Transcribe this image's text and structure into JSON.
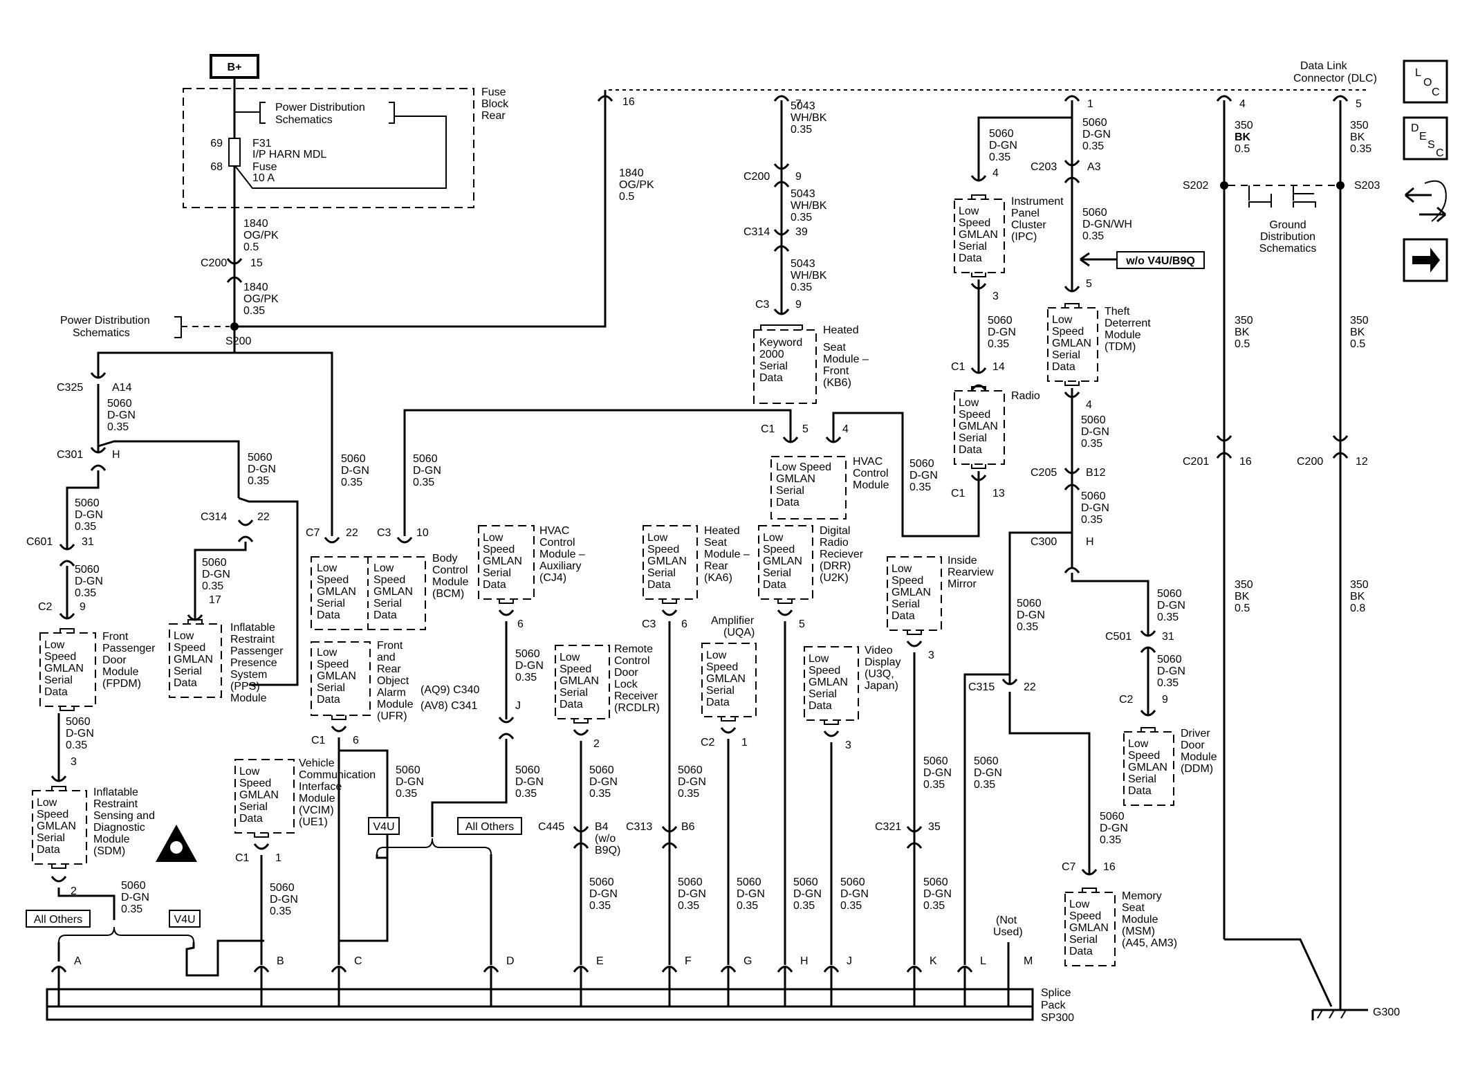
{
  "power": {
    "b_plus": "B+",
    "pds": "Power Distribution",
    "schematics": "Schematics",
    "fuse_block": [
      "Fuse",
      "Block",
      "Rear"
    ],
    "fuse_pin_top": "69",
    "fuse_pin_bot": "68",
    "fuse_name": "F31",
    "fuse_desc": "I/P HARN MDL",
    "fuse_word": "Fuse",
    "fuse_amps": "10 A",
    "w1840": [
      "1840",
      "OG/PK",
      "0.5"
    ],
    "w1840b": [
      "1840",
      "OG/PK",
      "0.35"
    ],
    "w1840c": [
      "1840",
      "OG/PK",
      "0.5"
    ],
    "c200": "C200",
    "c200_pin": "15",
    "s200": "S200",
    "pin16": "16"
  },
  "dlc": {
    "label": [
      "Data Link",
      "Connector (DLC)"
    ],
    "p7": "7",
    "p1": "1",
    "p4": "4",
    "p5": "5"
  },
  "wires": {
    "w5043a": [
      "5043",
      "WH/BK",
      "0.35"
    ],
    "w5043b": [
      "5043",
      "WH/BK",
      "0.35"
    ],
    "w5043c": [
      "5043",
      "WH/BK",
      "0.35"
    ],
    "w5060": [
      "5060",
      "D-GN",
      "0.35"
    ],
    "w5060wh": [
      "5060",
      "D-GN/WH",
      "0.35"
    ],
    "w350a": [
      "350",
      "BK",
      "0.5"
    ],
    "w350b": [
      "350",
      "BK",
      "0.35"
    ],
    "w350c": [
      "350",
      "BK",
      "0.5"
    ],
    "w350d": [
      "350",
      "BK",
      "0.5"
    ],
    "w350e": [
      "350",
      "BK",
      "0.5"
    ],
    "w350f": [
      "350",
      "BK",
      "0.8"
    ]
  },
  "conn": {
    "c200": "C200",
    "c200_9": "9",
    "c314": "C314",
    "c314_39": "39",
    "c3": "C3",
    "c3_9": "9",
    "c203": "C203",
    "a3": "A3",
    "s202": "S202",
    "s203": "S203",
    "c201": "C201",
    "c201_16": "16",
    "c200b": "C200",
    "c200b_12": "12",
    "c325": "C325",
    "a14": "A14",
    "c301": "C301",
    "h": "H",
    "c314b": "C314",
    "c314b_22": "22",
    "c601": "C601",
    "c601_31": "31",
    "c2": "C2",
    "c2_9": "9",
    "p17": "17",
    "p3": "3",
    "p2": "2",
    "c7": "C7",
    "c7_22": "22",
    "c3b": "C3",
    "c3b_10": "10",
    "c1": "C1",
    "c1_6": "6",
    "c1b": "C1",
    "c1b_1": "1",
    "c340": "(AQ9) C340",
    "c341": "(AV8) C341",
    "j": "J",
    "p6": "6",
    "p2b": "2",
    "c445": "C445",
    "b4": "B4",
    "b4n": [
      "(w/o",
      "B9Q)"
    ],
    "c3c": "C3",
    "c3c_6": "6",
    "c313": "C313",
    "b6": "B6",
    "c2b": "C2",
    "c2b_1": "1",
    "p5": "5",
    "p3b": "3",
    "c1c": "C1",
    "c1c_5": "5",
    "c1c_4": "4",
    "p3c": "3",
    "c1d": "C1",
    "c1d_14": "14",
    "c1e": "C1",
    "c1e_13": "13",
    "c321": "C321",
    "c321_35": "35",
    "p4": "4",
    "p3d": "3",
    "p5b": "5",
    "p4b": "4",
    "c205": "C205",
    "b12": "B12",
    "c300": "C300",
    "h2": "H",
    "c315": "C315",
    "c315_22": "22",
    "c501": "C501",
    "c501_31": "31",
    "c2c": "C2",
    "c2c_9": "9",
    "c7b": "C7",
    "c7b_16": "16"
  },
  "modules": {
    "gmlan": [
      "Low",
      "Speed",
      "GMLAN",
      "Serial",
      "Data"
    ],
    "gmlan_hvac": [
      "Low Speed",
      "GMLAN",
      "Serial",
      "Data"
    ],
    "keyword": [
      "Keyword",
      "2000",
      "Serial",
      "Data"
    ],
    "fpdm": [
      "Front",
      "Passenger",
      "Door",
      "Module",
      "(FPDM)"
    ],
    "ppsm": [
      "Inflatable",
      "Restraint",
      "Passenger",
      "Presence",
      "System",
      "(PPS)",
      "Module"
    ],
    "sdm": [
      "Inflatable",
      "Restraint",
      "Sensing and",
      "Diagnostic",
      "Module",
      "(SDM)"
    ],
    "bcm": [
      "Body",
      "Control",
      "Module",
      "(BCM)"
    ],
    "ufr": [
      "Front",
      "and",
      "Rear",
      "Object",
      "Alarm",
      "Module",
      "(UFR)"
    ],
    "vcim": [
      "Vehicle",
      "Communication",
      "Interface",
      "Module",
      "(VCIM)",
      "(UE1)"
    ],
    "cj4": [
      "HVAC",
      "Control",
      "Module –",
      "Auxiliary",
      "(CJ4)"
    ],
    "rcdlr": [
      "Remote",
      "Control",
      "Door",
      "Lock",
      "Receiver",
      "(RCDLR)"
    ],
    "ka6": [
      "Heated",
      "Seat",
      "Module –",
      "Rear",
      "(KA6)"
    ],
    "uqa": [
      "Amplifier",
      "(UQA)"
    ],
    "drr": [
      "Digital",
      "Radio",
      "Reciever",
      "(DRR)",
      "(U2K)"
    ],
    "u3q": [
      "Video",
      "Display",
      "(U3Q,",
      "Japan)"
    ],
    "kb6": [
      "Heated",
      "Seat",
      "Module –",
      "Front",
      "(KB6)"
    ],
    "hvac": [
      "HVAC",
      "Control",
      "Module"
    ],
    "mirror": [
      "Inside",
      "Rearview",
      "Mirror"
    ],
    "ipc": [
      "Instrument",
      "Panel",
      "Cluster",
      "(IPC)"
    ],
    "radio": [
      "Radio"
    ],
    "tdm": [
      "Theft",
      "Deterrent",
      "Module",
      "(TDM)"
    ],
    "ddm": [
      "Driver",
      "Door",
      "Module",
      "(DDM)"
    ],
    "msm": [
      "Memory",
      "Seat",
      "Module",
      "(MSM)",
      "(A45, AM3)"
    ]
  },
  "options": {
    "all_others": "All Others",
    "v4u": "V4U",
    "wo_v4u": "w/o V4U/B9Q",
    "not_used": [
      "(Not",
      "Used)"
    ]
  },
  "ground": {
    "label": [
      "Ground",
      "Distribution",
      "Schematics"
    ],
    "g300": "G300"
  },
  "splice": {
    "label": [
      "Splice",
      "Pack",
      "SP300"
    ],
    "pins": [
      "A",
      "B",
      "C",
      "D",
      "E",
      "F",
      "G",
      "H",
      "J",
      "K",
      "L",
      "M"
    ]
  },
  "icons": {
    "loc": [
      "L",
      "O",
      "C"
    ],
    "desc": [
      "D",
      "E",
      "S",
      "C"
    ],
    "names": [
      "loc-icon",
      "desc-icon",
      "connector-hand-icon",
      "arrow-right-icon"
    ]
  }
}
